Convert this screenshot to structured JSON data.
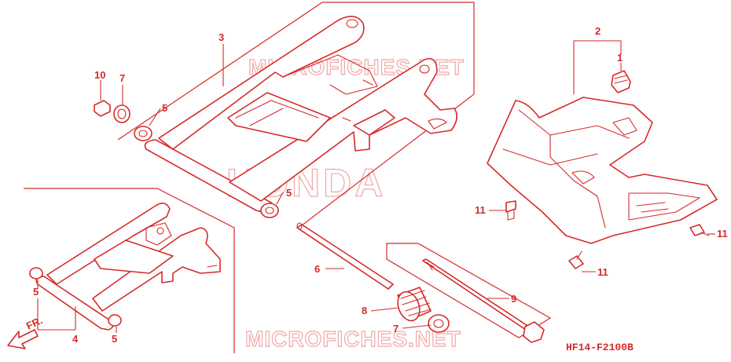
{
  "diagram": {
    "code": "HF14-F2100B",
    "direction_label": "FR.",
    "accent_color": "#d62a2a",
    "watermarks": {
      "top": "MICROFICHES.NET",
      "center": "HONDA",
      "bottom": "MICROFICHES.NET"
    },
    "callouts": {
      "c1": "1",
      "c2": "2",
      "c3": "3",
      "c4": "4",
      "c5a": "5",
      "c5b": "5",
      "c5c": "5",
      "c5d": "5",
      "c6": "6",
      "c7a": "7",
      "c7b": "7",
      "c8": "8",
      "c9": "9",
      "c10": "10",
      "c11a": "11",
      "c11b": "11",
      "c11c": "11"
    }
  }
}
